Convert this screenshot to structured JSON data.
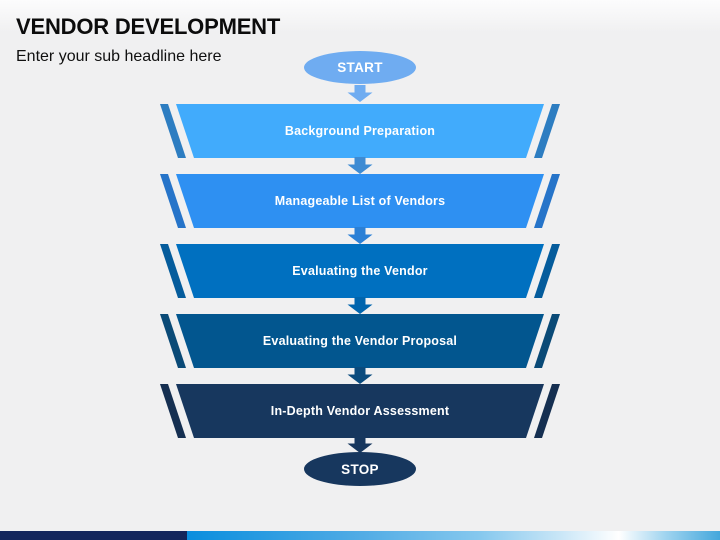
{
  "slide": {
    "title": "VENDOR DEVELOPMENT",
    "subtitle": "Enter your sub headline here"
  },
  "flow": {
    "start": {
      "label": "START",
      "color": "#6FACF1"
    },
    "start_arrow_color": "#6FACF1",
    "steps": [
      {
        "label": "Background Preparation",
        "color": "#41ABFC",
        "stripe_color": "#2D7DC1",
        "arrow_color": "#3E8BD3"
      },
      {
        "label": "Manageable List of Vendors",
        "color": "#2E90F2",
        "stripe_color": "#2674C9",
        "arrow_color": "#2B80D6"
      },
      {
        "label": "Evaluating the Vendor",
        "color": "#0070C0",
        "stripe_color": "#055C9C",
        "arrow_color": "#0065AE"
      },
      {
        "label": "Evaluating the Vendor Proposal",
        "color": "#02568F",
        "stripe_color": "#0A4A77",
        "arrow_color": "#0A4B7E"
      },
      {
        "label": "In-Depth Vendor Assessment",
        "color": "#17375E",
        "stripe_color": "#152F51",
        "arrow_color": "#17375E"
      }
    ],
    "stop": {
      "label": "STOP",
      "color": "#17375E"
    }
  },
  "footer": {
    "left_color": "#13265C",
    "gradient_colors": [
      "#0A8EDE",
      "#86C8EE",
      "#FFFFFF",
      "#44A7DC"
    ]
  }
}
